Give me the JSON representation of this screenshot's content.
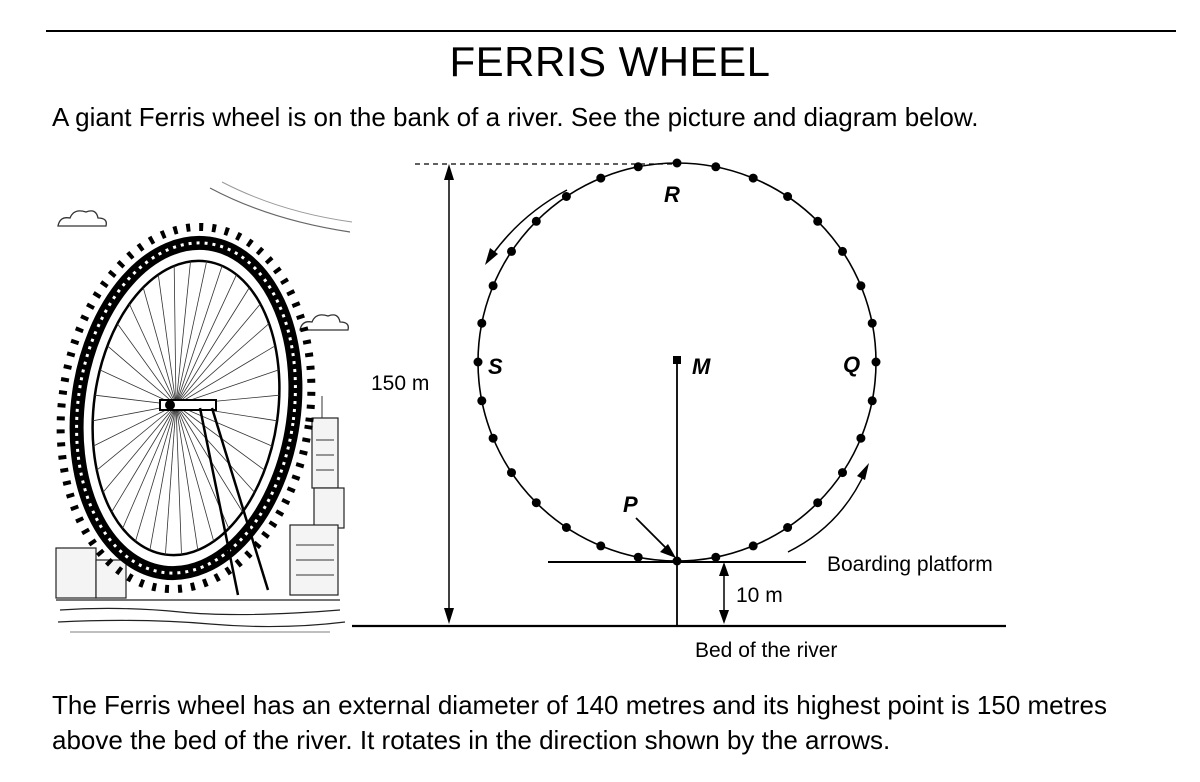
{
  "document": {
    "title": "FERRIS WHEEL",
    "intro": "A giant Ferris wheel is on the bank of a river. See the picture and diagram below.",
    "body": "The Ferris wheel has an external diameter of 140 metres and its highest point is 150 metres above the bed of the river. It rotates in the direction shown by the arrows."
  },
  "diagram": {
    "height_label": "150 m",
    "offset_label": "10 m",
    "platform_label": "Boarding platform",
    "river_label": "Bed of the river",
    "points": {
      "R": "R",
      "S": "S",
      "Q": "Q",
      "M": "M",
      "P": "P"
    },
    "cabin_count": 32
  }
}
